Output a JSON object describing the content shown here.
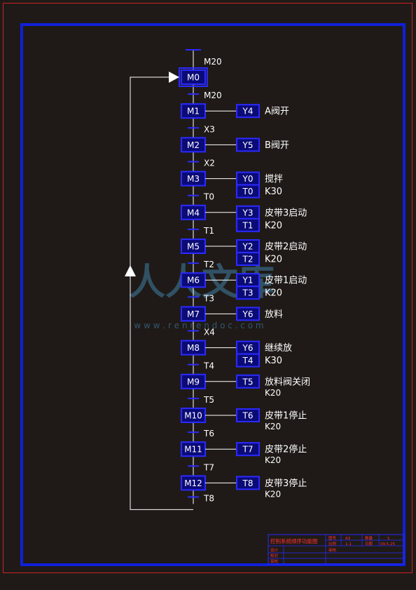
{
  "colors": {
    "background": "#1f1a17",
    "outer_frame": "#cc2222",
    "inner_frame": "#1020d8",
    "box_fill": "#0b0b78",
    "box_border": "#2a2aff",
    "line": "#ffffff",
    "title_block_text": "#ff3333",
    "watermark": "#3f7fa6"
  },
  "initial_transition": "M20",
  "steps": [
    {
      "label": "M0",
      "initial": true,
      "transition": "M20"
    },
    {
      "label": "M1",
      "outputs": [
        {
          "device": "Y4",
          "text": "A阀开"
        }
      ],
      "transition": "X3"
    },
    {
      "label": "M2",
      "outputs": [
        {
          "device": "Y5",
          "text": "B阀开"
        }
      ],
      "transition": "X2"
    },
    {
      "label": "M3",
      "outputs": [
        {
          "device": "Y0",
          "text": "搅拌"
        },
        {
          "device": "T0",
          "text": "K30"
        }
      ],
      "transition": "T0"
    },
    {
      "label": "M4",
      "outputs": [
        {
          "device": "Y3",
          "text": "皮带3启动"
        },
        {
          "device": "T1",
          "text": "K20"
        }
      ],
      "transition": "T1"
    },
    {
      "label": "M5",
      "outputs": [
        {
          "device": "Y2",
          "text": "皮带2启动"
        },
        {
          "device": "T2",
          "text": "K20"
        }
      ],
      "transition": "T2"
    },
    {
      "label": "M6",
      "outputs": [
        {
          "device": "Y1",
          "text": "皮带1启动"
        },
        {
          "device": "T3",
          "text": "K20"
        }
      ],
      "transition": "T3"
    },
    {
      "label": "M7",
      "outputs": [
        {
          "device": "Y6",
          "text": "放料"
        }
      ],
      "transition": "X4"
    },
    {
      "label": "M8",
      "outputs": [
        {
          "device": "Y6",
          "text": "继续放"
        },
        {
          "device": "T4",
          "text": "K30"
        }
      ],
      "transition": "T4"
    },
    {
      "label": "M9",
      "outputs": [
        {
          "device": "T5",
          "text": "放料阀关闭",
          "note": "K20"
        }
      ],
      "transition": "T5"
    },
    {
      "label": "M10",
      "outputs": [
        {
          "device": "T6",
          "text": "皮带1停止",
          "note": "K20"
        }
      ],
      "transition": "T6"
    },
    {
      "label": "M11",
      "outputs": [
        {
          "device": "T7",
          "text": "皮带2停止",
          "note": "K20"
        }
      ],
      "transition": "T7"
    },
    {
      "label": "M12",
      "outputs": [
        {
          "device": "T8",
          "text": "皮带3停止",
          "note": "K20"
        }
      ],
      "transition": "T8"
    }
  ],
  "watermark": {
    "text": "人人文库",
    "url": "w w w . r e n r e n d o c . c o m"
  },
  "title_block": {
    "title": "控制系统顺序功能图",
    "labels": [
      "图号",
      "A3",
      "数量",
      "1",
      "比例",
      "1:1",
      "日期",
      "09.5.25",
      "设计",
      "审核",
      "校对",
      "审核"
    ]
  }
}
